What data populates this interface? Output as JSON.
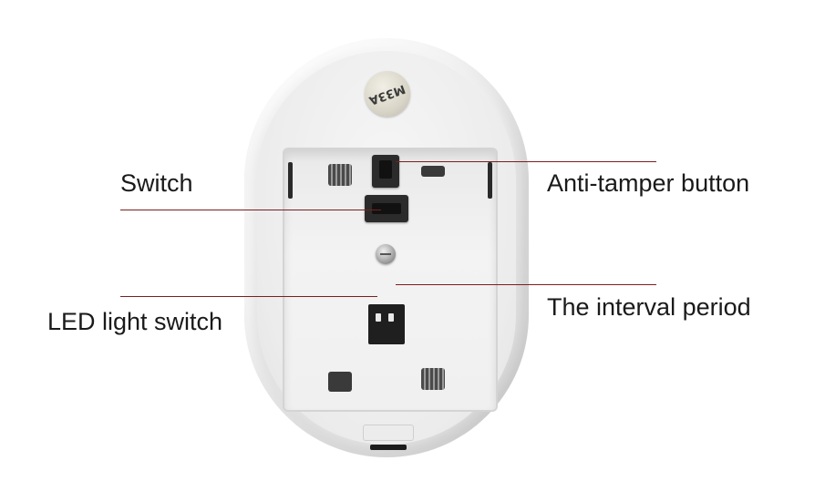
{
  "product_photo": {
    "sticker_text": "M33A",
    "callouts": {
      "switch": "Switch",
      "led_light_switch": "LED light switch",
      "anti_tamper_button": "Anti-tamper button",
      "interval_period": "The interval period"
    },
    "colors": {
      "callout_line": "#7a1f1f",
      "label_text": "#1a1a1a",
      "device_body": "#eeeeee"
    }
  }
}
